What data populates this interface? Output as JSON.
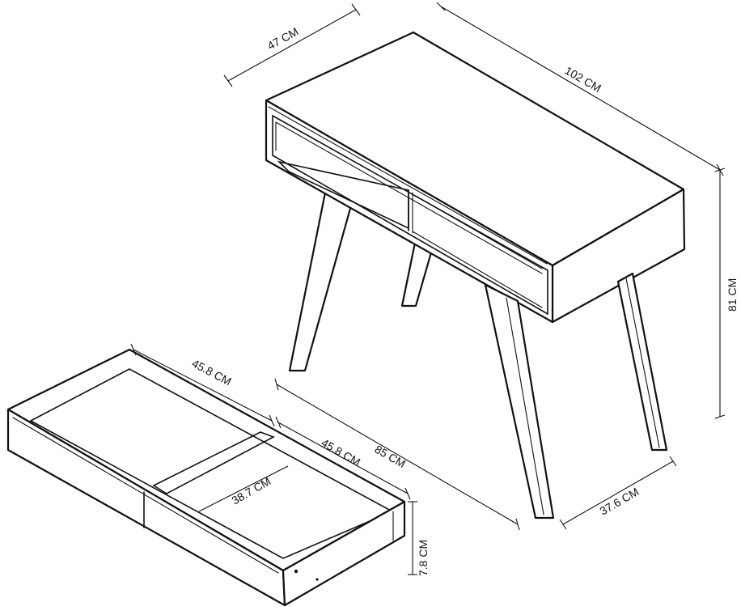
{
  "dimensions": {
    "depth": "47 CM",
    "width": "102 CM",
    "height": "81 CM",
    "leg_span_width": "85 CM",
    "leg_span_depth": "37.6 CM",
    "drawer_length_left": "45.8 CM",
    "drawer_length_right": "45.8 CM",
    "drawer_depth": "38.7 CM",
    "drawer_height": "7.8 CM"
  },
  "colors": {
    "line": "#111111",
    "background": "#ffffff"
  }
}
